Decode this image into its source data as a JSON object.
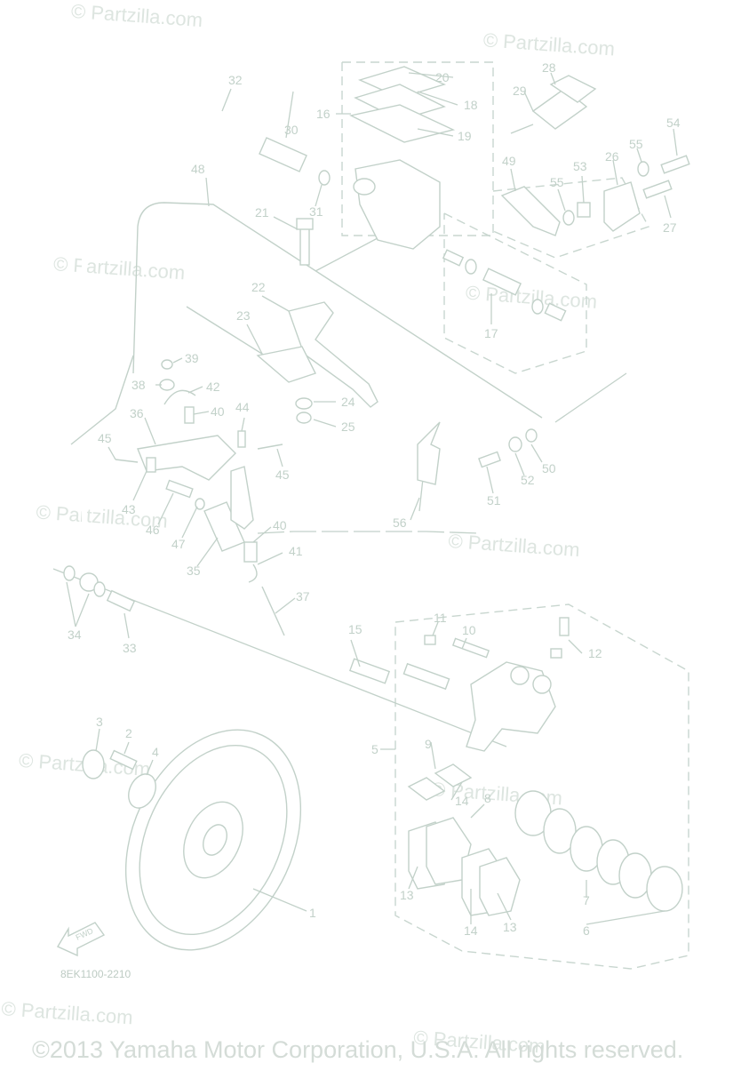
{
  "watermark": "© Partzilla.com",
  "copyright": "©2013 Yamaha Motor Corporation, U.S.A. All rights reserved.",
  "diagram_code": "8EK1100-2210",
  "fwd_label": "FWD",
  "parts": {
    "p1": "1",
    "p2": "2",
    "p3": "3",
    "p4": "4",
    "p5": "5",
    "p6": "6",
    "p7": "7",
    "p8": "8",
    "p9": "9",
    "p10": "10",
    "p11": "11",
    "p12": "12",
    "p13a": "13",
    "p13b": "13",
    "p14a": "14",
    "p14b": "14",
    "p15": "15",
    "p16": "16",
    "p17": "17",
    "p18": "18",
    "p19": "19",
    "p20": "20",
    "p21": "21",
    "p22": "22",
    "p23": "23",
    "p24": "24",
    "p25": "25",
    "p26": "26",
    "p27": "27",
    "p28": "28",
    "p29": "29",
    "p30": "30",
    "p31": "31",
    "p32": "32",
    "p33": "33",
    "p34": "34",
    "p35": "35",
    "p36": "36",
    "p37": "37",
    "p38": "38",
    "p39": "39",
    "p40a": "40",
    "p40b": "40",
    "p41": "41",
    "p42": "42",
    "p43": "43",
    "p44": "44",
    "p45a": "45",
    "p45b": "45",
    "p46": "46",
    "p47": "47",
    "p48": "48",
    "p49": "49",
    "p50": "50",
    "p51": "51",
    "p52": "52",
    "p53": "53",
    "p54": "54",
    "p55a": "55",
    "p55b": "55",
    "p56": "56"
  }
}
